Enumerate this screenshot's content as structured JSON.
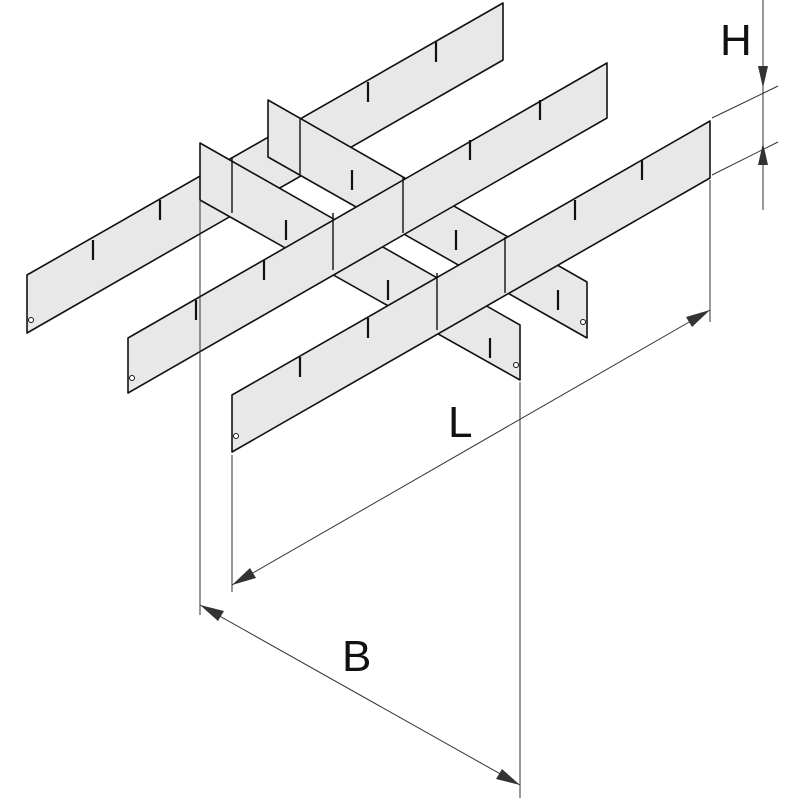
{
  "dimensions": {
    "height_label": "H",
    "length_label": "L",
    "width_label": "B"
  },
  "colors": {
    "panel_fill": "#e8e8e8",
    "outline": "#111111",
    "dimension_line": "#333333"
  }
}
